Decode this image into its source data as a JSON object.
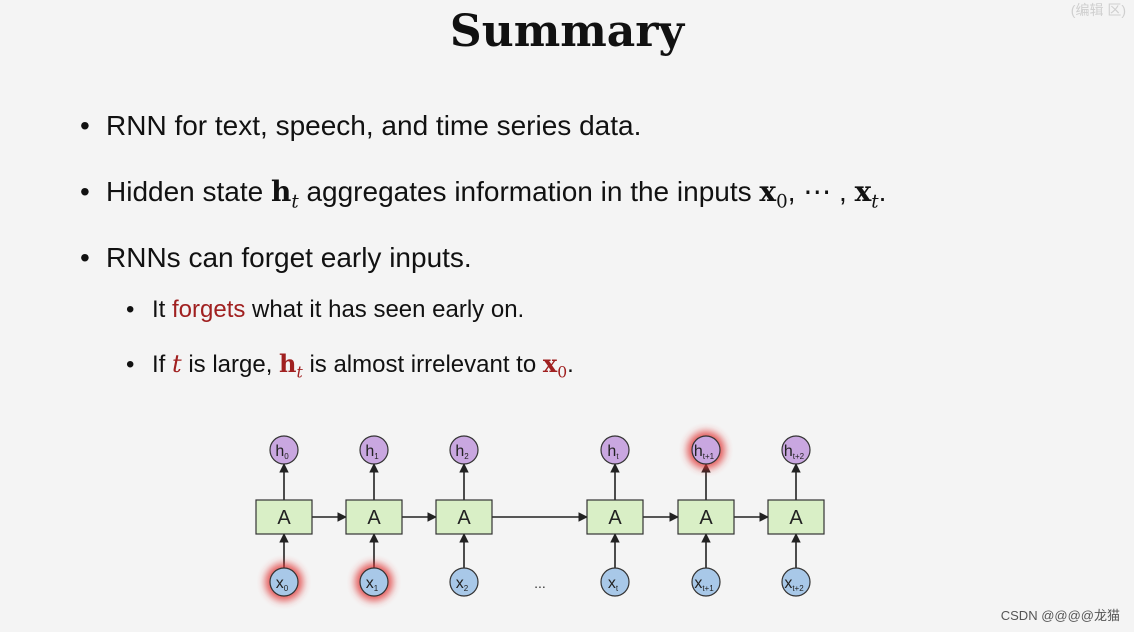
{
  "title": "Summary",
  "bullets": {
    "b1": "RNN for text, speech, and time series data.",
    "b2": {
      "pre": "Hidden state ",
      "h": "h",
      "t": "t",
      "mid": " aggregates information in the inputs ",
      "x0": "x",
      "zero": "0",
      "dots": ", ⋯ , ",
      "xt": "x",
      "xt_sub": "t",
      "end": "."
    },
    "b3": "RNNs can forget early inputs.",
    "s1": {
      "pre": "It ",
      "red": "forgets",
      "post": " what it has seen early on."
    },
    "s2": {
      "pre": "If ",
      "t": "t",
      "mid1": " is large, ",
      "h": "h",
      "h_sub": "t",
      "mid2": " is almost irrelevant to ",
      "x": "x",
      "x_sub": "0",
      "end": "."
    }
  },
  "diagram": {
    "cell_label": "A",
    "ellipsis": "...",
    "outputs": [
      {
        "main": "h",
        "sub": "0",
        "highlight": false
      },
      {
        "main": "h",
        "sub": "1",
        "highlight": false
      },
      {
        "main": "h",
        "sub": "2",
        "highlight": false
      },
      {
        "main": "h",
        "sub": "t",
        "highlight": false
      },
      {
        "main": "h",
        "sub": "t+1",
        "highlight": true
      },
      {
        "main": "h",
        "sub": "t+2",
        "highlight": false
      }
    ],
    "inputs": [
      {
        "main": "x",
        "sub": "0",
        "highlight": true
      },
      {
        "main": "x",
        "sub": "1",
        "highlight": true
      },
      {
        "main": "x",
        "sub": "2",
        "highlight": false
      },
      {
        "main": "x",
        "sub": "t",
        "highlight": false
      },
      {
        "main": "x",
        "sub": "t+1",
        "highlight": false
      },
      {
        "main": "x",
        "sub": "t+2",
        "highlight": false
      }
    ],
    "colors": {
      "cell_fill": "#d9efc6",
      "output_fill": "#c9a7e0",
      "input_fill": "#a8c8e8",
      "highlight_glow": "#e03030",
      "stroke": "#333333"
    }
  },
  "watermark": "CSDN @@@@龙猫",
  "corner_text": "(编辑 区)"
}
